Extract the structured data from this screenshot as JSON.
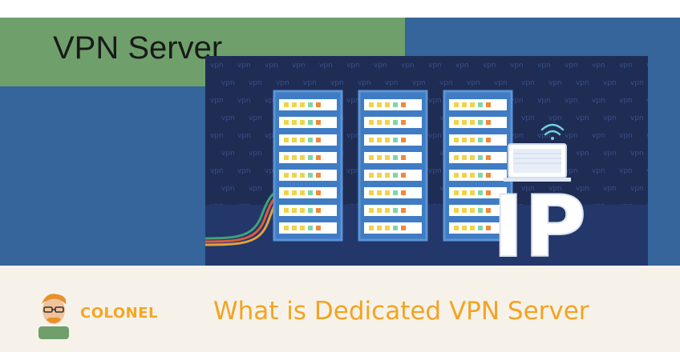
{
  "banner": {
    "title": "VPN Server",
    "ip_label": "IP",
    "watermark_word": "vpn"
  },
  "footer": {
    "brand": "COLONEL",
    "caption": "What is Dedicated VPN Server"
  },
  "colors": {
    "background_blue": "#35659a",
    "title_box_green": "#6fa06c",
    "illustration_navy": "#1f2d55",
    "server_rack": "#3f7cc4",
    "footer_background": "#f6f2ea",
    "accent_orange": "#f3a322"
  },
  "icons": [
    "server-rack-icon",
    "laptop-icon",
    "wifi-icon",
    "colonel-mascot-icon"
  ]
}
